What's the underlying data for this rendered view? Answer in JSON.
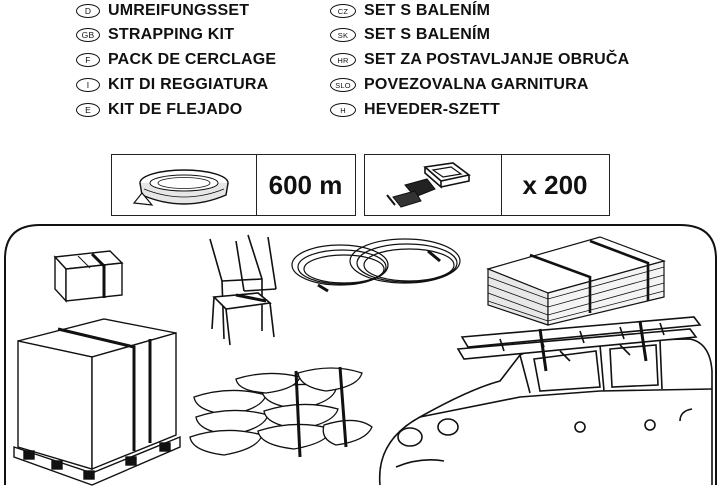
{
  "title_lines": [
    {
      "code": "D",
      "text": "UMREIFUNGSSET"
    },
    {
      "code": "GB",
      "text": "STRAPPING KIT"
    },
    {
      "code": "F",
      "text": "PACK DE CERCLAGE"
    },
    {
      "code": "I",
      "text": "KIT DI REGGIATURA"
    },
    {
      "code": "E",
      "text": "KIT DE FLEJADO"
    },
    {
      "code": "CZ",
      "text": "SET S BALENÍM"
    },
    {
      "code": "SK",
      "text": "SET S BALENÍM"
    },
    {
      "code": "HR",
      "text": "SET ZA POSTAVLJANJE OBRUČA"
    },
    {
      "code": "SLO",
      "text": "POVEZOVALNA GARNITURA"
    },
    {
      "code": "H",
      "text": "HEVEDER-SZETT"
    }
  ],
  "contents": {
    "strap": {
      "icon": "strap-roll-icon",
      "value": "600 m"
    },
    "buckles": {
      "icon": "buckle-clip-icon",
      "value": "x 200"
    }
  }
}
